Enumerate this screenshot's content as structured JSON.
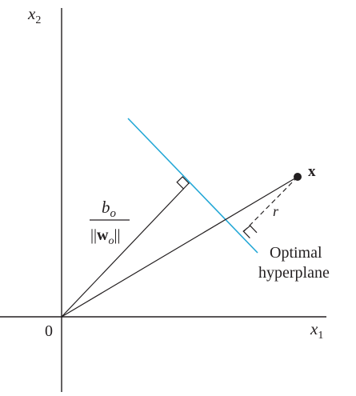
{
  "axes": {
    "y_label": "x",
    "y_sub": "2",
    "x_label": "x",
    "x_sub": "1",
    "origin_label": "0"
  },
  "point": {
    "label": "x"
  },
  "distance": {
    "label": "r"
  },
  "fraction": {
    "num_main": "b",
    "num_sub": "o",
    "den_open": "||",
    "den_main": "w",
    "den_sub": "o",
    "den_close": "||"
  },
  "hyperplane": {
    "line1": "Optimal",
    "line2": "hyperplane"
  },
  "colors": {
    "ink": "#231f20",
    "hyperplane": "#22a7d6"
  }
}
